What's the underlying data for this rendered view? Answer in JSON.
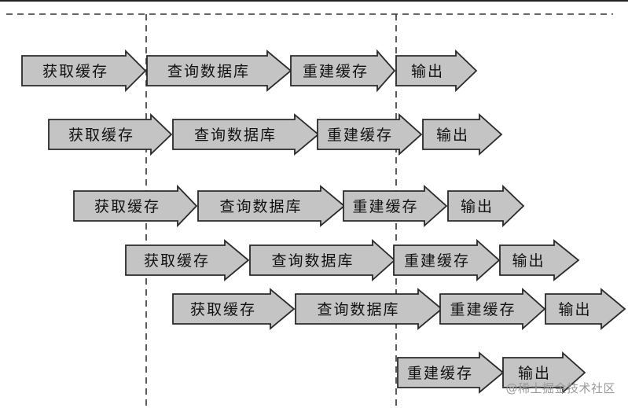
{
  "diagram": {
    "rows": [
      [
        "获取缓存",
        "查询数据库",
        "重建缓存",
        "输出"
      ],
      [
        "获取缓存",
        "查询数据库",
        "重建缓存",
        "输出"
      ],
      [
        "获取缓存",
        "查询数据库",
        "重建缓存",
        "输出"
      ],
      [
        "获取缓存",
        "查询数据库",
        "重建缓存",
        "输出"
      ],
      [
        "获取缓存",
        "查询数据库",
        "重建缓存",
        "输出"
      ],
      [
        "重建缓存",
        "输出"
      ]
    ],
    "colors": {
      "arrow_fill": "#c4c4c4",
      "arrow_stroke": "#2a2a2a",
      "text": "#111111",
      "dashed_line": "#333333",
      "watermark": "#9a9a9a"
    }
  },
  "watermark": "@稀土掘金技术社区"
}
